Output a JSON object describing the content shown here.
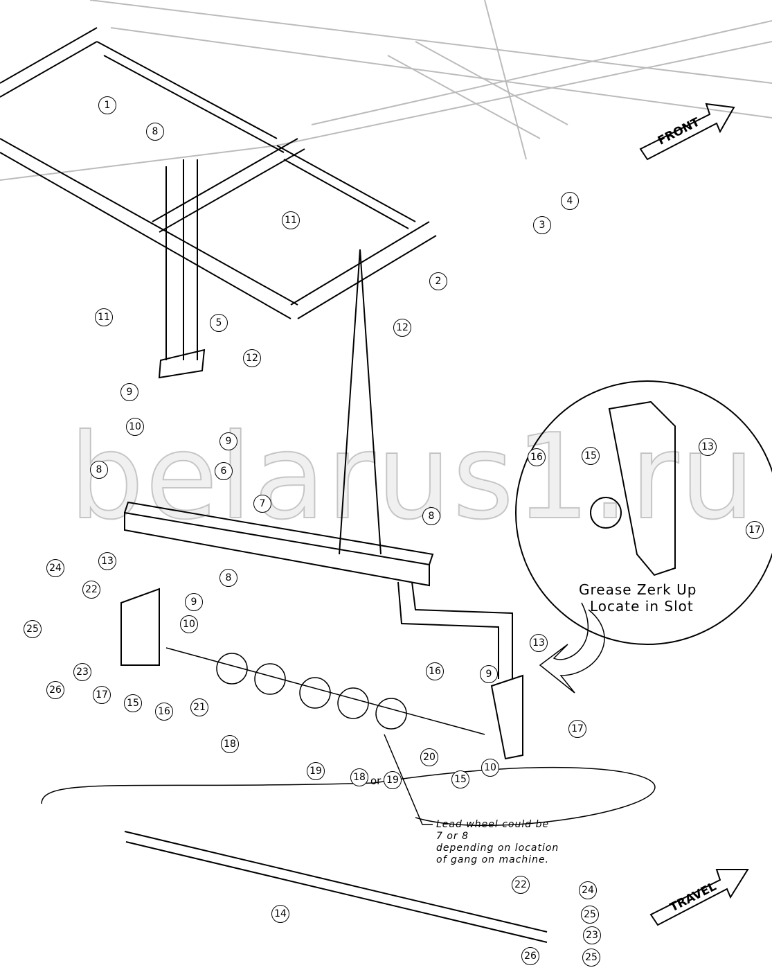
{
  "diagram": {
    "direction_labels": {
      "front": "FRONT",
      "travel": "TRAVEL"
    },
    "inset_note": [
      "Grease Zerk Up",
      "Locate in Slot"
    ],
    "lead_wheel_note": "Lead wheel could be\n7 or 8\ndepending on location\nof gang on machine.",
    "or_label": "or",
    "watermark": "belarus1.ru",
    "callouts": [
      "1",
      "8",
      "11",
      "2",
      "3",
      "4",
      "12",
      "11",
      "5",
      "12",
      "9",
      "10",
      "9",
      "6",
      "8",
      "7",
      "8",
      "8",
      "13",
      "24",
      "22",
      "9",
      "10",
      "25",
      "23",
      "26",
      "17",
      "15",
      "16",
      "21",
      "18",
      "19",
      "18",
      "19",
      "20",
      "15",
      "10",
      "16",
      "9",
      "13",
      "17",
      "14",
      "22",
      "24",
      "25",
      "23",
      "25",
      "26",
      "16",
      "15",
      "13",
      "17"
    ],
    "colors": {
      "line": "#000000",
      "faint": "#bbbbbb"
    }
  }
}
